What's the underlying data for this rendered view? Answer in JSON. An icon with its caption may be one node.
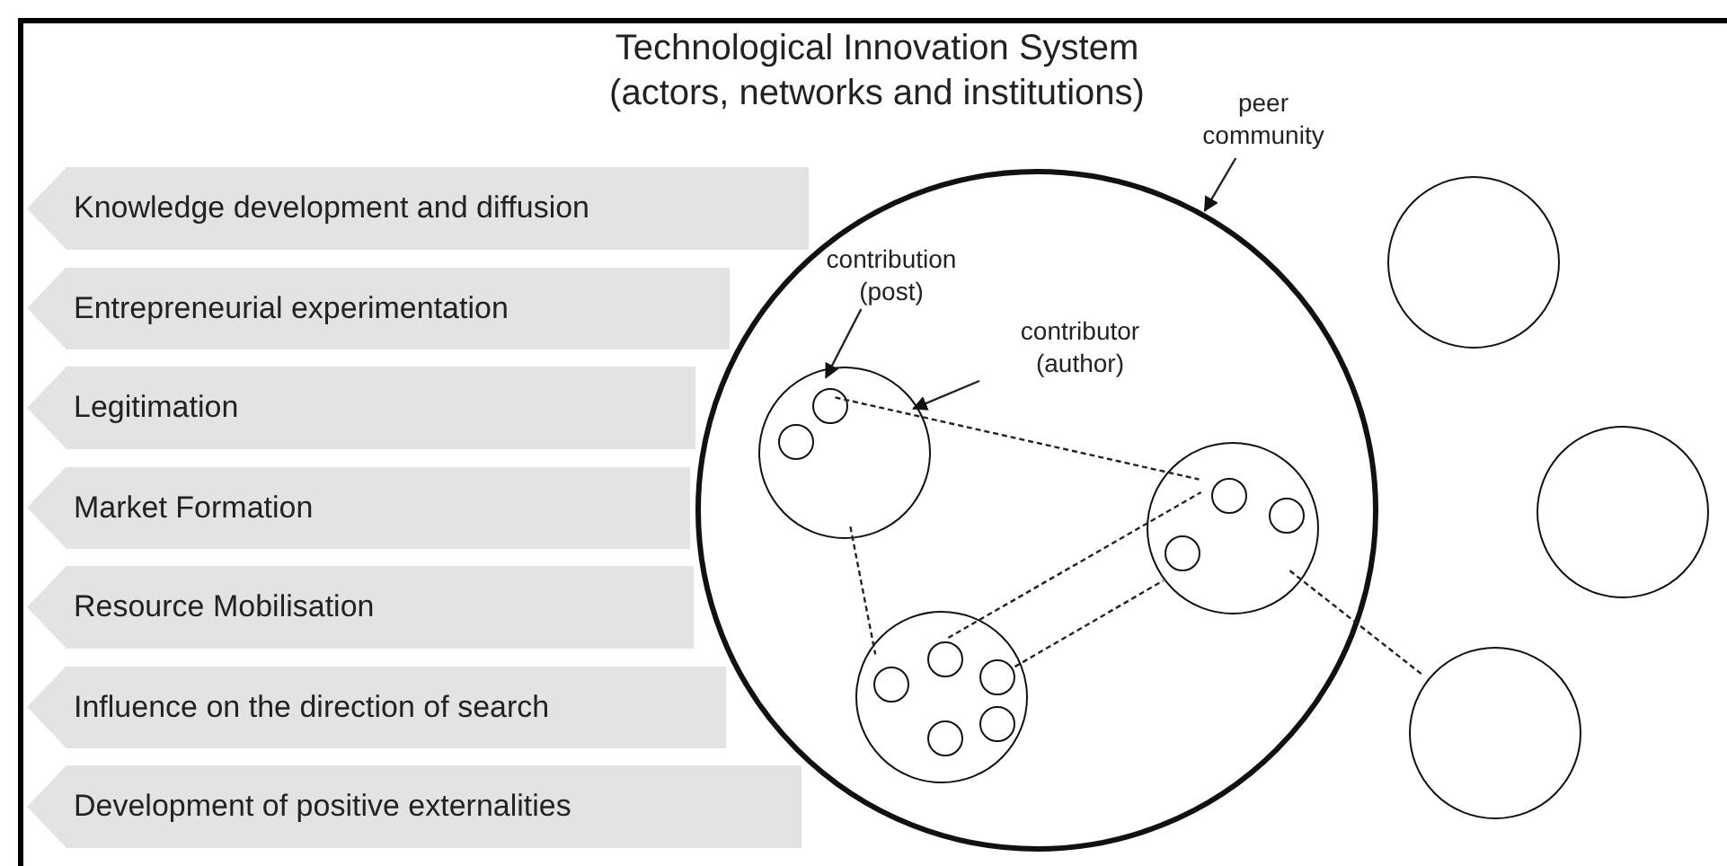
{
  "diagram": {
    "nodes": [
      {
        "text": [
          "Technological Innovation System (actors, networks and institutions)"
        ]
      },
      {
        "text": [
          "Knowledge development and diffusion"
        ],
        "in": 0
      },
      {
        "text": [
          "Entrepreneurial experimentation"
        ],
        "in": 0
      },
      {
        "text": [
          "Legitimation"
        ],
        "in": 0
      },
      {
        "text": [
          "Market Formation"
        ],
        "in": 0
      },
      {
        "text": [
          "Resource Mobilisation"
        ],
        "in": 0
      },
      {
        "text": [
          "Influence on the direction of search"
        ],
        "in": 0
      },
      {
        "text": [
          "Development of positive externalities"
        ],
        "in": 0
      },
      {
        "text": [
          "peer community"
        ],
        "in": 0
      },
      {
        "text": [],
        "shape": "circle",
        "in": 0
      },
      {
        "text": [
          "contribution (post)"
        ],
        "in": 9
      },
      {
        "text": [
          "contributor (author)"
        ],
        "in": 9
      },
      {
        "text": [],
        "shape": "circle",
        "in": 9
      },
      {
        "text": [],
        "shape": "circle",
        "in": 12
      },
      {
        "text": [],
        "shape": "circle",
        "in": 12
      },
      {
        "text": [],
        "shape": "circle",
        "in": 9
      },
      {
        "text": [],
        "shape": "circle",
        "in": 15
      },
      {
        "text": [],
        "shape": "circle",
        "in": 15
      },
      {
        "text": [],
        "shape": "circle",
        "in": 15
      },
      {
        "text": [],
        "shape": "circle",
        "in": 9
      },
      {
        "text": [],
        "shape": "circle",
        "in": 19
      },
      {
        "text": [],
        "shape": "circle",
        "in": 19
      },
      {
        "text": [],
        "shape": "circle",
        "in": 19
      },
      {
        "text": [],
        "shape": "circle",
        "in": 19
      },
      {
        "text": [],
        "shape": "circle",
        "in": 19
      },
      {
        "text": [],
        "shape": "circle",
        "in": 0
      },
      {
        "text": [],
        "shape": "circle",
        "in": 0
      },
      {
        "text": [],
        "shape": "circle",
        "in": 0
      }
    ],
    "edges": [
      {
        "from": 8,
        "to": 9,
        "arrow": "to"
      },
      {
        "from": 10,
        "to": 13,
        "arrow": "to"
      },
      {
        "from": 11,
        "to": 12,
        "arrow": "to"
      },
      {
        "from": 13,
        "to": 16,
        "arrow": "none",
        "style": "dashed"
      },
      {
        "from": 12,
        "to": 20,
        "arrow": "none",
        "style": "dashed"
      },
      {
        "from": 21,
        "to": 16,
        "arrow": "none",
        "style": "dashed"
      },
      {
        "from": 19,
        "to": 15,
        "arrow": "none",
        "style": "dashed"
      },
      {
        "from": 15,
        "to": 27,
        "arrow": "none",
        "style": "dashed"
      }
    ]
  }
}
